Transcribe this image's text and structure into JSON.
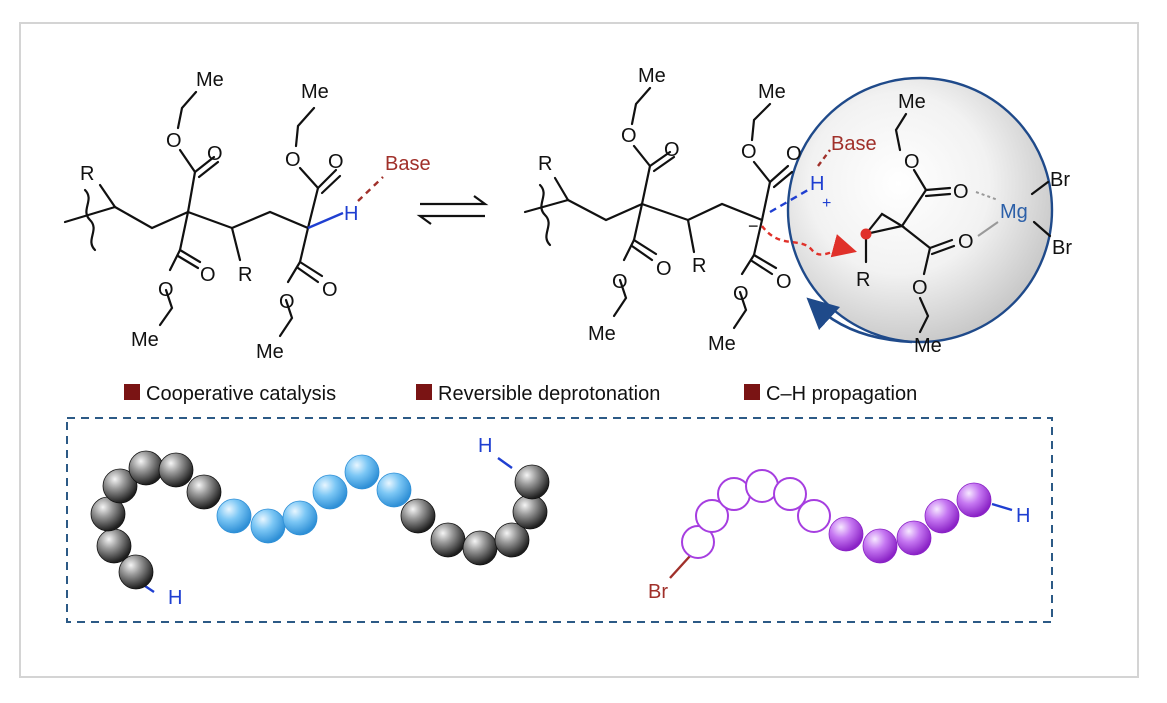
{
  "figure": {
    "left": {
      "labels": {
        "me_top_1": "Me",
        "me_top_2": "Me",
        "o_1": "O",
        "o_2": "O",
        "o_3": "O",
        "o_4": "O",
        "o_5": "O",
        "o_6": "O",
        "o_7": "O",
        "o_8": "O",
        "r_1": "R",
        "r_2": "R",
        "me_bot_1": "Me",
        "me_bot_2": "Me",
        "base": "Base",
        "h": "H"
      }
    },
    "right": {
      "labels": {
        "me_top_1": "Me",
        "me_top_2": "Me",
        "o_1": "O",
        "o_2": "O",
        "o_3": "O",
        "o_4": "O",
        "o_5": "O",
        "o_6": "O",
        "o_7": "O",
        "o_8": "O",
        "r_1": "R",
        "r_2": "R",
        "me_bot_1": "Me",
        "me_bot_2": "Me",
        "base": "Base",
        "h": "H",
        "plus": "+",
        "minus": "−"
      }
    },
    "sphere": {
      "labels": {
        "me_top": "Me",
        "o_1": "O",
        "o_2": "O",
        "o_3": "O",
        "o_4": "O",
        "mg": "Mg",
        "br_1": "Br",
        "br_2": "Br",
        "r": "R",
        "me_bot": "Me"
      }
    },
    "legend": [
      {
        "label": "Cooperative catalysis"
      },
      {
        "label": "Reversible deprotonation"
      },
      {
        "label": "C–H propagation"
      }
    ],
    "bottom": {
      "left_h_top": "H",
      "left_h_bottom": "H",
      "right_br": "Br",
      "right_h": "H"
    },
    "colors": {
      "legend_square": "#7a1414",
      "base_red": "#a0302a",
      "bond_blue": "#1f3fd1",
      "sphere_edge": "#1f4a8a",
      "mg_blue": "#2b5fa8",
      "dash_box": "#2c5a86",
      "blue_bead": "#5fb6ee",
      "purple": "#a63ee0"
    }
  }
}
